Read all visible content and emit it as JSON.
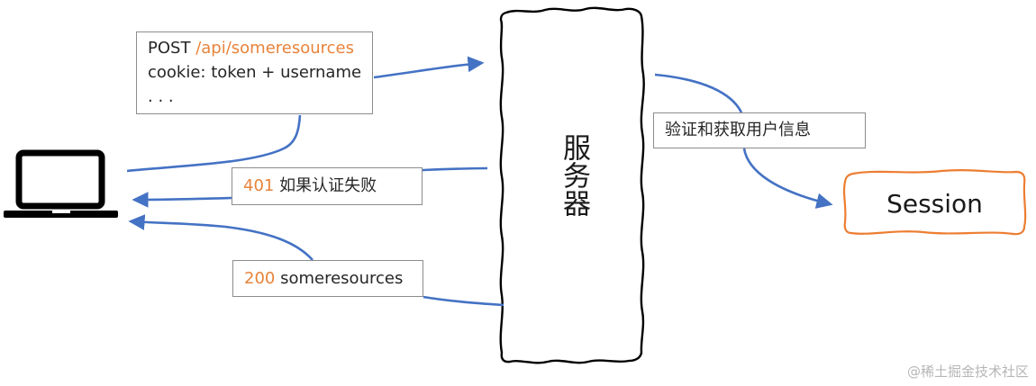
{
  "request_box": {
    "method": "POST",
    "path": "/api/someresources",
    "cookie": "cookie: token + username",
    "ellipsis": ". . ."
  },
  "fail_box": {
    "code": "401",
    "text": "如果认证失败"
  },
  "success_box": {
    "code": "200",
    "text": "someresources"
  },
  "server": {
    "label": "服务器"
  },
  "verify_box": {
    "text": "验证和获取用户信息"
  },
  "session": {
    "label": "Session"
  },
  "watermark": "@稀土掘金技术社区",
  "colors": {
    "arrow": "#4472c4",
    "accent": "#e8833a",
    "box_border": "#8c8c8c",
    "session_border": "#ed7d31"
  },
  "icons": {
    "client": "laptop-icon"
  }
}
